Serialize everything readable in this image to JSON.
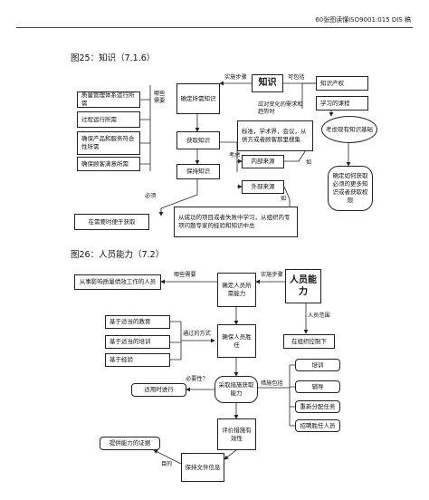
{
  "header": "60张图读懂ISO9001:015 DIS 稿",
  "fig25": {
    "title": "图25：知识（7.1.6）",
    "left_boxes": [
      "质量管理体系运行所需",
      "过程运行所需",
      "确保产品和服务符合性所需",
      "确保顾客满意所需"
    ],
    "needs_label": "哪些需要",
    "determine": "确定所需知识",
    "implement": "实施步骤",
    "knowledge": "知识",
    "may_include": "可包括",
    "right_boxes": [
      "知识产权",
      "学习的课程"
    ],
    "respond": "应对变化的需求和趋势时",
    "sources_note": "标准，学术界，会议，从供方或者顾客那里搜集",
    "consider_current": "考虑现有知识基础",
    "acquire": "获取知识",
    "consider": "考虑",
    "internal": "内部来源",
    "external": "外部来源",
    "like": "如",
    "maintain": "保持知识",
    "ensure_access": "确定如何获取必须的更多知识或者获取权限",
    "must": "必须",
    "available": "在需要时便于获取",
    "lessons": "从成功的项目或者失败中学习，从组织内专项问题专家的经验和知识中总"
  },
  "fig26": {
    "title": "图26：人员能力（7.2）",
    "people_work": "从事影响质量绩效工作的人员",
    "needs_label": "哪些需要",
    "determine": "确定人员所需能力",
    "implement": "实施步骤",
    "competence": "人员能力",
    "scope": "人员范围",
    "control": "在组织控制下",
    "methods_label": "通过的方式",
    "methods": [
      "基于适当的教育",
      "基于适当的培训",
      "基于经验"
    ],
    "ensure": "确保人员胜任",
    "when_necessary": "必要性？",
    "when_appropriate": "适用时进行",
    "take_action": "采取措施获取能力",
    "measures_include": "措施包括",
    "measures": [
      "培训",
      "辅导",
      "重新分配任务",
      "招聘胜任人员"
    ],
    "evaluate": "评价措施有效性",
    "retain": "保持文件信息",
    "purpose": "目的",
    "evidence": "提供能力的证据"
  }
}
